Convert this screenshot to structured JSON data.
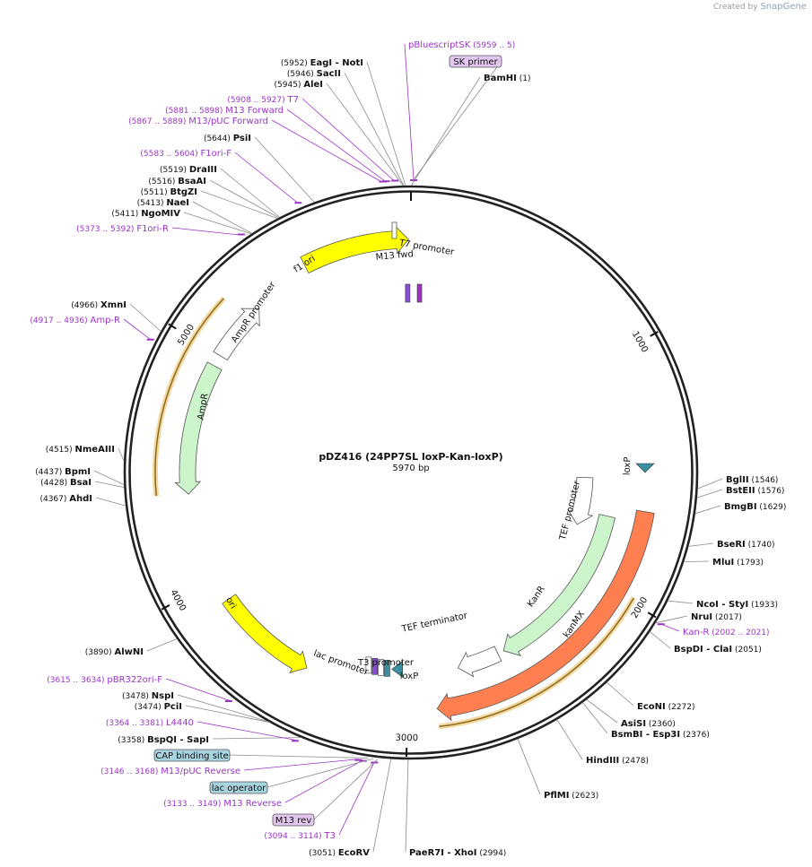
{
  "credit": {
    "prefix": "Created by",
    "brand": "SnapGene"
  },
  "title": "pDZ416 (24PP7SL loxP-Kan-loxP)",
  "length_label": "5970 bp",
  "total_bp": 5970,
  "ticks": [
    {
      "bp": 1000,
      "label": "1000"
    },
    {
      "bp": 2000,
      "label": "2000"
    },
    {
      "bp": 3000,
      "label": "3000"
    },
    {
      "bp": 4000,
      "label": "4000"
    },
    {
      "bp": 5000,
      "label": "5000"
    }
  ],
  "colors": {
    "backbone": "#222222",
    "primer": "#9b35c6",
    "enzyme_line": "#8a8a8a",
    "ori": "#ffff00",
    "cds": "#ccf5cc",
    "kanmx": "#ff7f50",
    "promoter": "#ffffff",
    "loxp": "#3a8fa0"
  },
  "enzymes": [
    {
      "pos": "(5952)",
      "name": "EagI",
      "suffix": " - NotI"
    },
    {
      "pos": "(5946)",
      "name": "SacII",
      "suffix": ""
    },
    {
      "pos": "(5945)",
      "name": "AleI",
      "suffix": ""
    },
    {
      "pos": "(5644)",
      "name": "PsiI",
      "suffix": ""
    },
    {
      "pos": "(5519)",
      "name": "DraIII",
      "suffix": ""
    },
    {
      "pos": "(5516)",
      "name": "BsaAI",
      "suffix": ""
    },
    {
      "pos": "(5511)",
      "name": "BtgZI",
      "suffix": ""
    },
    {
      "pos": "(5413)",
      "name": "NaeI",
      "suffix": ""
    },
    {
      "pos": "(5411)",
      "name": "NgoMIV",
      "suffix": ""
    },
    {
      "pos": "(4966)",
      "name": "XmnI",
      "suffix": ""
    },
    {
      "pos": "(4515)",
      "name": "NmeAIII",
      "suffix": ""
    },
    {
      "pos": "(4437)",
      "name": "BpmI",
      "suffix": ""
    },
    {
      "pos": "(4428)",
      "name": "BsaI",
      "suffix": ""
    },
    {
      "pos": "(4367)",
      "name": "AhdI",
      "suffix": ""
    },
    {
      "pos": "(3890)",
      "name": "AlwNI",
      "suffix": ""
    },
    {
      "pos": "(3478)",
      "name": "NspI",
      "suffix": ""
    },
    {
      "pos": "(3474)",
      "name": "PciI",
      "suffix": ""
    },
    {
      "pos": "(3358)",
      "name": "BspQI",
      "suffix": " - SapI"
    },
    {
      "pos": "(3051)",
      "name": "EcoRV",
      "suffix": ""
    },
    {
      "pos": "(1)",
      "name": "BamHI",
      "suffix": ""
    },
    {
      "pos": "(1546)",
      "name": "BglII",
      "suffix": ""
    },
    {
      "pos": "(1576)",
      "name": "BstEII",
      "suffix": ""
    },
    {
      "pos": "(1629)",
      "name": "BmgBI",
      "suffix": ""
    },
    {
      "pos": "(1740)",
      "name": "BseRI",
      "suffix": ""
    },
    {
      "pos": "(1793)",
      "name": "MluI",
      "suffix": ""
    },
    {
      "pos": "(1933)",
      "name": "NcoI",
      "suffix": " - StyI"
    },
    {
      "pos": "(2017)",
      "name": "NruI",
      "suffix": ""
    },
    {
      "pos": "(2051)",
      "name": "BspDI",
      "suffix": " - ClaI"
    },
    {
      "pos": "(2272)",
      "name": "EcoNI",
      "suffix": ""
    },
    {
      "pos": "(2360)",
      "name": "AsiSI",
      "suffix": ""
    },
    {
      "pos": "(2376)",
      "name": "BsmBI",
      "suffix": " - Esp3I"
    },
    {
      "pos": "(2478)",
      "name": "HindIII",
      "suffix": ""
    },
    {
      "pos": "(2623)",
      "name": "PflMI",
      "suffix": ""
    },
    {
      "pos": "(2994)",
      "name": "PaeR7I",
      "suffix": " - XhoI"
    }
  ],
  "primers": [
    {
      "range": "(5959 .. 5)",
      "name": "pBluescriptSK"
    },
    {
      "range": "(5908 .. 5927)",
      "name": "T7"
    },
    {
      "range": "(5881 .. 5898)",
      "name": "M13 Forward"
    },
    {
      "range": "(5867 .. 5889)",
      "name": "M13/pUC Forward"
    },
    {
      "range": "(5583 .. 5604)",
      "name": "F1ori-F"
    },
    {
      "range": "(5373 .. 5392)",
      "name": "F1ori-R"
    },
    {
      "range": "(4917 .. 4936)",
      "name": "Amp-R"
    },
    {
      "range": "(3615 .. 3634)",
      "name": "pBR322ori-F"
    },
    {
      "range": "(3364 .. 3381)",
      "name": "L4440"
    },
    {
      "range": "(3146 .. 3168)",
      "name": "M13/pUC Reverse"
    },
    {
      "range": "(3133 .. 3149)",
      "name": "M13 Reverse"
    },
    {
      "range": "(3094 .. 3114)",
      "name": "T3"
    },
    {
      "range": "(2002 .. 2021)",
      "name": "Kan-R"
    }
  ],
  "boxed_labels": [
    {
      "name": "SK primer",
      "style": "primer"
    },
    {
      "name": "CAP binding site",
      "style": "misc"
    },
    {
      "name": "lac operator",
      "style": "misc"
    },
    {
      "name": "M13 rev",
      "style": "primer"
    }
  ],
  "features": [
    {
      "name": "f1 ori"
    },
    {
      "name": "AmpR promoter"
    },
    {
      "name": "AmpR"
    },
    {
      "name": "ori"
    },
    {
      "name": "lac promoter"
    },
    {
      "name": "T3 promoter"
    },
    {
      "name": "loxP"
    },
    {
      "name": "TEF terminator"
    },
    {
      "name": "KanR"
    },
    {
      "name": "TEF promoter"
    },
    {
      "name": "kanMX"
    },
    {
      "name": "loxP"
    },
    {
      "name": "T7 promoter"
    },
    {
      "name": "M13 fwd"
    }
  ]
}
